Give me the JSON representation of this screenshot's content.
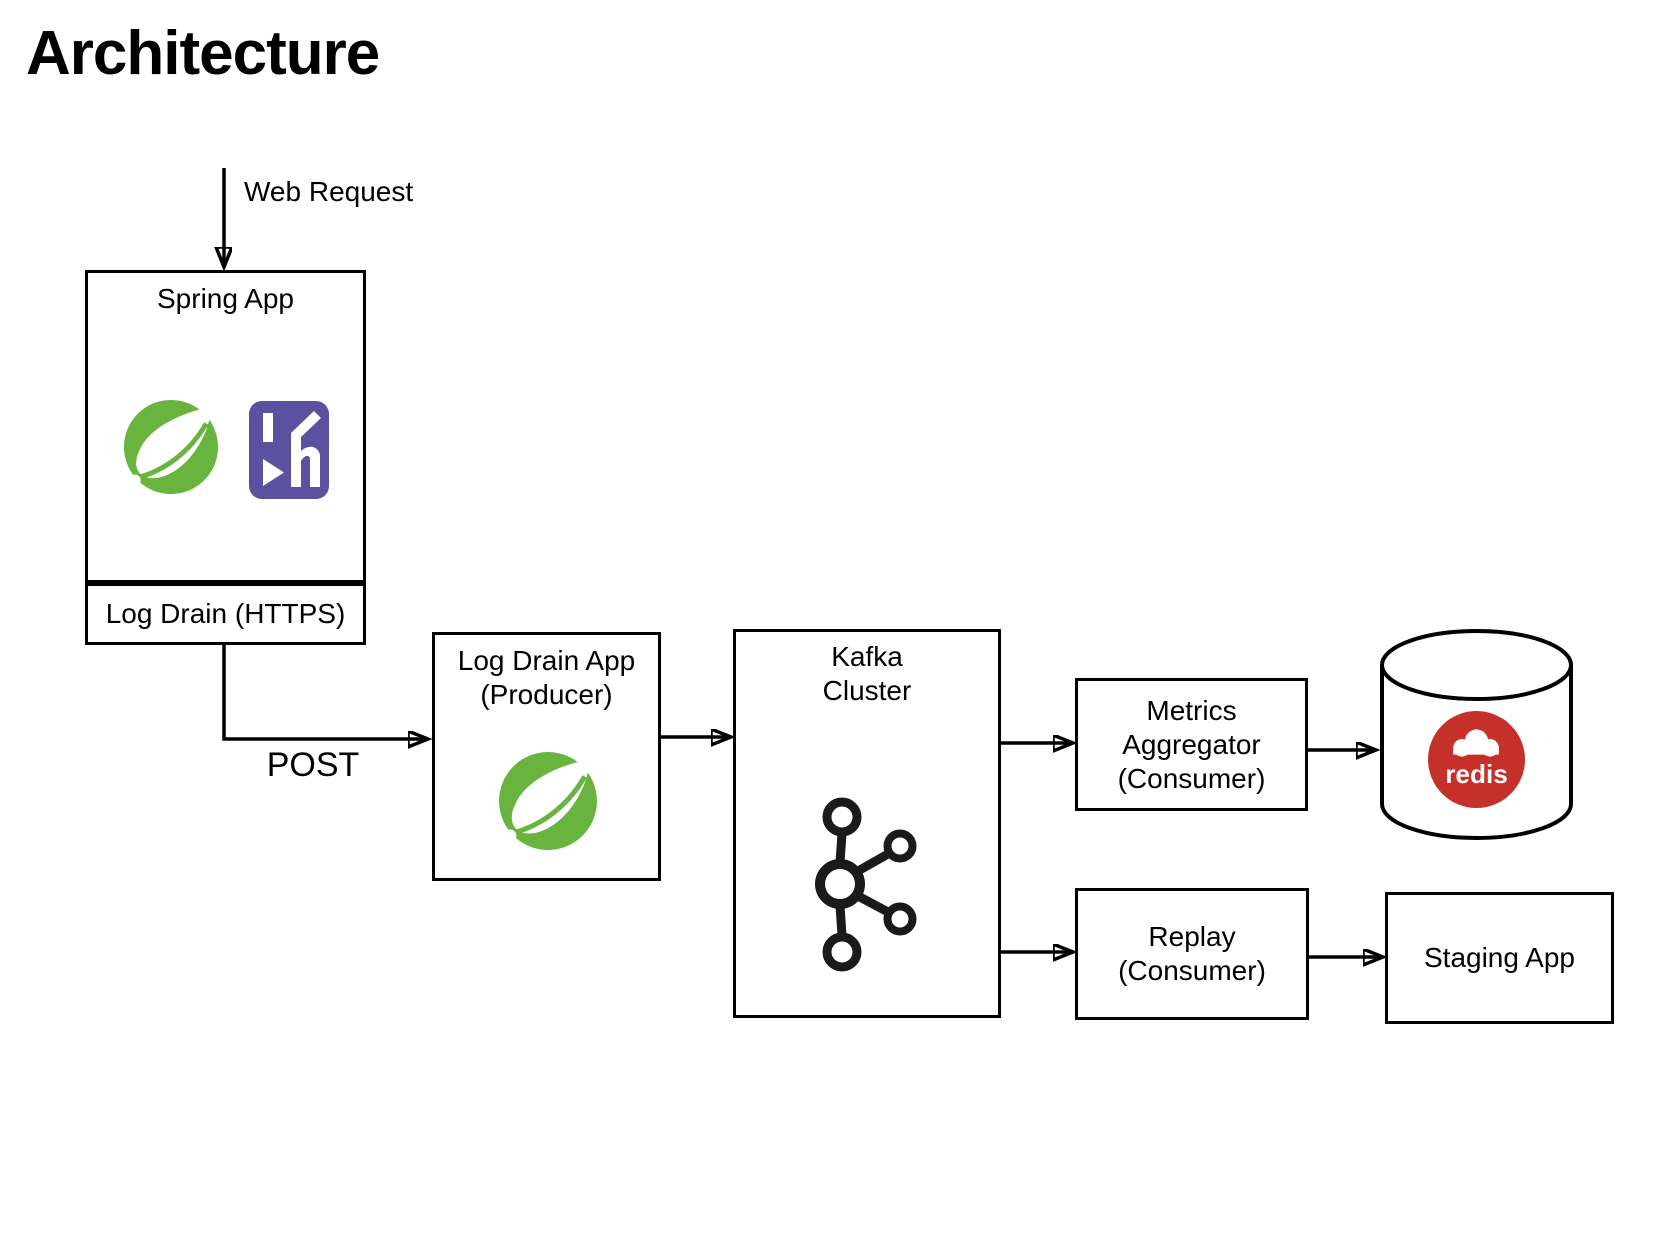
{
  "title": "Architecture",
  "colors": {
    "background": "#ffffff",
    "line": "#000000",
    "spring_green": "#68B43F",
    "heroku_purple": "#5B519E",
    "redis_red": "#C6302B"
  },
  "nodes": {
    "spring_app": {
      "title": "Spring App",
      "footer": "Log Drain (HTTPS)",
      "icons": [
        "spring-logo",
        "heroku-logo"
      ]
    },
    "log_drain_app": {
      "line1": "Log Drain App",
      "line2": "(Producer)",
      "icons": [
        "spring-logo"
      ]
    },
    "kafka_cluster": {
      "line1": "Kafka",
      "line2": "Cluster",
      "icons": [
        "kafka-logo"
      ]
    },
    "metrics_aggregator": {
      "line1": "Metrics",
      "line2": "Aggregator",
      "line3": "(Consumer)"
    },
    "replay": {
      "line1": "Replay",
      "line2": "(Consumer)"
    },
    "redis_store": {
      "logo_text": "redis",
      "icons": [
        "database-cylinder",
        "redis-logo"
      ]
    },
    "staging_app": {
      "title": "Staging App"
    }
  },
  "edges": {
    "web_request": {
      "label": "Web Request",
      "to": "spring_app"
    },
    "post": {
      "label": "POST",
      "from": "spring_app",
      "to": "log_drain_app"
    },
    "produce": {
      "label": "",
      "from": "log_drain_app",
      "to": "kafka_cluster"
    },
    "kafka_to_metrics": {
      "label": "",
      "from": "kafka_cluster",
      "to": "metrics_aggregator"
    },
    "metrics_to_redis": {
      "label": "",
      "from": "metrics_aggregator",
      "to": "redis_store"
    },
    "kafka_to_replay": {
      "label": "",
      "from": "kafka_cluster",
      "to": "replay"
    },
    "replay_to_staging": {
      "label": "",
      "from": "replay",
      "to": "staging_app"
    }
  }
}
